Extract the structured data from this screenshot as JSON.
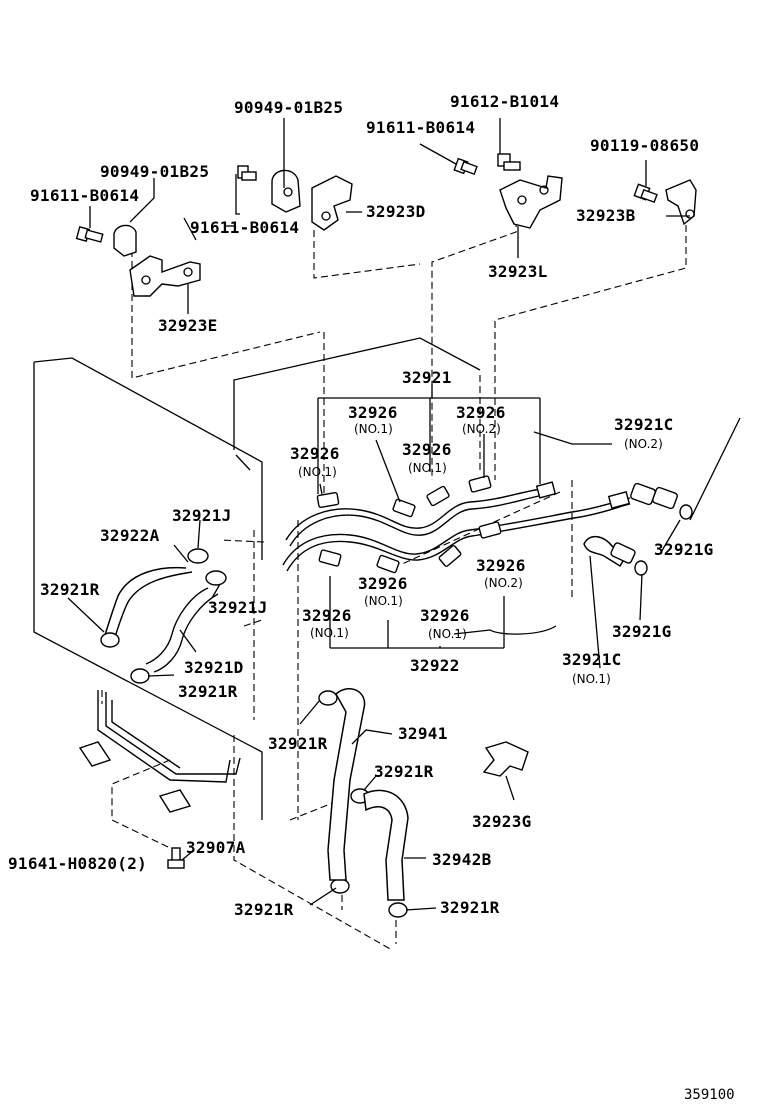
{
  "labels": {
    "l_90949_top": "90949-01B25",
    "l_91612": "91612-B1014",
    "l_91611_top": "91611-B0614",
    "l_90119": "90119-08650",
    "l_90949_left": "90949-01B25",
    "l_91611_left": "91611-B0614",
    "l_91611_mid": "91611-B0614",
    "l_32923D": "32923D",
    "l_32923B": "32923B",
    "l_32923L": "32923L",
    "l_32923E": "32923E",
    "l_32921": "32921",
    "l_32926_a": "32926",
    "l_32926_a_sub": "(NO.1)",
    "l_32926_b": "32926",
    "l_32926_b_sub": "(NO.2)",
    "l_32926_c": "32926",
    "l_32926_c_sub": "(NO.1)",
    "l_32926_d": "32926",
    "l_32926_d_sub": "(NO.1)",
    "l_32921C_top": "32921C",
    "l_32921C_top_sub": "(NO.2)",
    "l_32921J_a": "32921J",
    "l_32922A": "32922A",
    "l_32921G_a": "32921G",
    "l_32921R_a": "32921R",
    "l_32921J_b": "32921J",
    "l_32926_e": "32926",
    "l_32926_e_sub": "(NO.2)",
    "l_32926_f": "32926",
    "l_32926_f_sub": "(NO.1)",
    "l_32926_g": "32926",
    "l_32926_g_sub": "(NO.1)",
    "l_32926_h": "32926",
    "l_32926_h_sub": "(NO.1)",
    "l_32921G_b": "32921G",
    "l_32921D": "32921D",
    "l_32922": "32922",
    "l_32921C_bot": "32921C",
    "l_32921C_bot_sub": "(NO.1)",
    "l_32921R_b": "32921R",
    "l_32941": "32941",
    "l_32921R_c": "32921R",
    "l_32921R_d": "32921R",
    "l_32923G": "32923G",
    "l_91641": "91641-H0820(2)",
    "l_32907A": "32907A",
    "l_32942B": "32942B",
    "l_32921R_e": "32921R",
    "l_32921R_f": "32921R",
    "ref_no": "359100"
  }
}
